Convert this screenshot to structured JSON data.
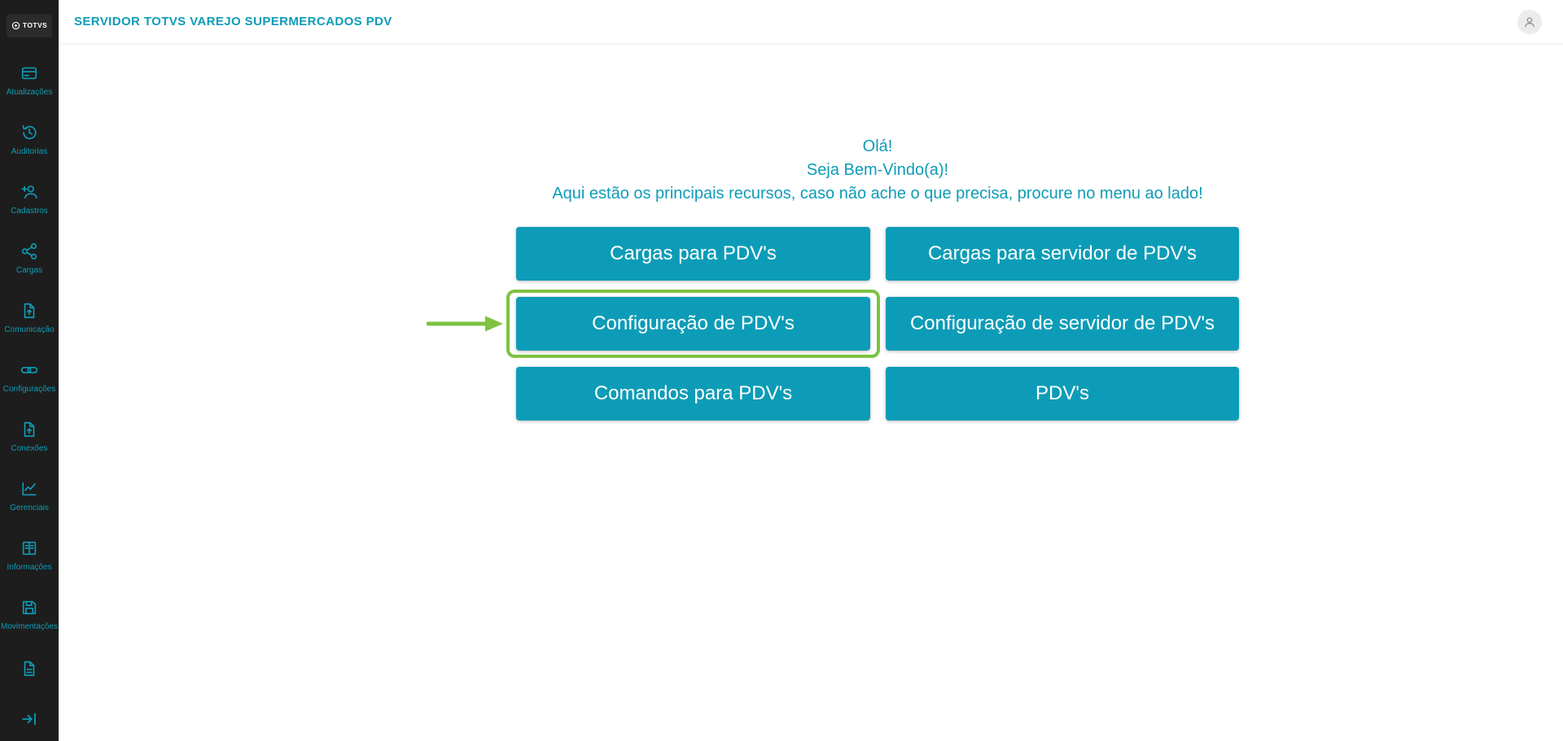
{
  "colors": {
    "accent_teal": "#0d9cb7",
    "annotation_green": "#7dc242",
    "sidebar_bg": "#1d1d1d",
    "button_text": "#ffffff"
  },
  "sidebar": {
    "logo_text": "TOTVS",
    "items": [
      {
        "icon": "card-icon",
        "label": "Atualizações"
      },
      {
        "icon": "history-icon",
        "label": "Auditorias"
      },
      {
        "icon": "person-add-icon",
        "label": "Cadastros"
      },
      {
        "icon": "share-icon",
        "label": "Cargas"
      },
      {
        "icon": "file-upload-icon",
        "label": "Comunicação"
      },
      {
        "icon": "link-icon",
        "label": "Configurações"
      },
      {
        "icon": "file-upload-icon",
        "label": "Conexões"
      },
      {
        "icon": "chart-icon",
        "label": "Gerenciais"
      },
      {
        "icon": "book-icon",
        "label": "Informações"
      },
      {
        "icon": "save-icon",
        "label": "Movimentações"
      },
      {
        "icon": "document-icon",
        "label": ""
      }
    ]
  },
  "header": {
    "title": "SERVIDOR TOTVS VAREJO SUPERMERCADOS PDV"
  },
  "main": {
    "welcome": {
      "line1": "Olá!",
      "line2": "Seja Bem-Vindo(a)!",
      "line3": "Aqui estão os principais recursos, caso não ache o que precisa, procure no menu ao lado!"
    },
    "buttons": [
      {
        "label": "Cargas para PDV's"
      },
      {
        "label": "Cargas para servidor de PDV's"
      },
      {
        "label": "Configuração de PDV's",
        "highlighted": true
      },
      {
        "label": "Configuração de servidor de PDV's"
      },
      {
        "label": "Comandos para PDV's"
      },
      {
        "label": "PDV's"
      }
    ]
  }
}
